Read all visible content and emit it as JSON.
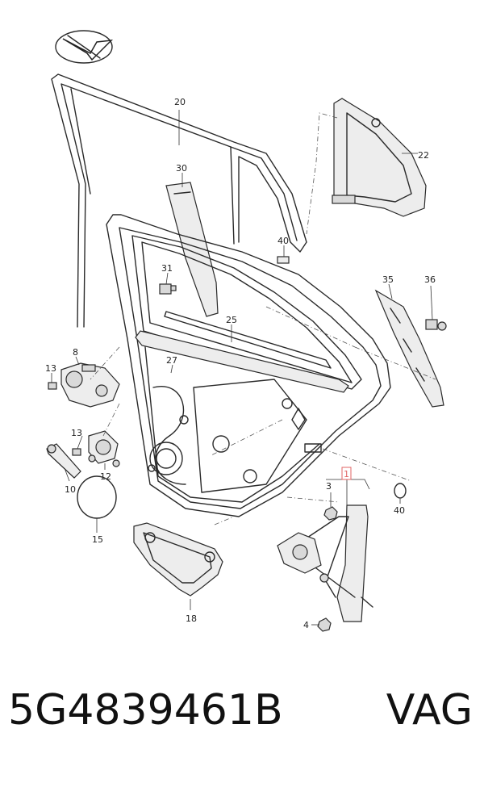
{
  "diagram": {
    "callouts": [
      {
        "id": "c20",
        "label": "20"
      },
      {
        "id": "c22",
        "label": "22"
      },
      {
        "id": "c30",
        "label": "30"
      },
      {
        "id": "c40a",
        "label": "40"
      },
      {
        "id": "c31",
        "label": "31"
      },
      {
        "id": "c35",
        "label": "35"
      },
      {
        "id": "c36",
        "label": "36"
      },
      {
        "id": "c25",
        "label": "25"
      },
      {
        "id": "c8",
        "label": "8"
      },
      {
        "id": "c13a",
        "label": "13"
      },
      {
        "id": "c27",
        "label": "27"
      },
      {
        "id": "c13b",
        "label": "13"
      },
      {
        "id": "c12",
        "label": "12"
      },
      {
        "id": "c10",
        "label": "10"
      },
      {
        "id": "c15",
        "label": "15"
      },
      {
        "id": "c1",
        "label": "1"
      },
      {
        "id": "c3",
        "label": "3"
      },
      {
        "id": "c40b",
        "label": "40"
      },
      {
        "id": "c18",
        "label": "18"
      },
      {
        "id": "c4",
        "label": "4"
      }
    ],
    "highlight_color": "#e06666",
    "line_color": "#2a2a2a"
  },
  "footer": {
    "part_number": "5G4839461B",
    "brand": "VAG"
  }
}
